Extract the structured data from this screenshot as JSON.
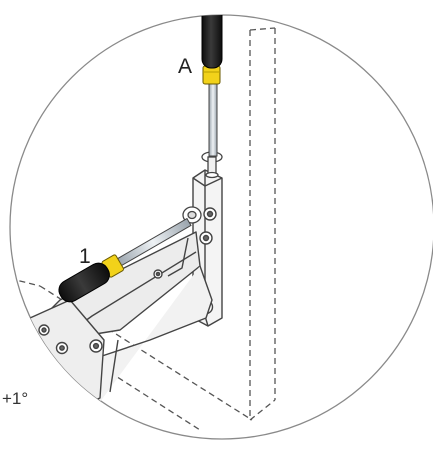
{
  "labels": {
    "screwdriver_a": "A",
    "screwdriver_1": "1",
    "adjustment": "+1°"
  },
  "colors": {
    "line": "#444444",
    "handle": "#1a1a1a",
    "collar": "#f2d21a",
    "shaft": "#cfd6dc",
    "metal": "#ededed",
    "background": "#ffffff"
  }
}
